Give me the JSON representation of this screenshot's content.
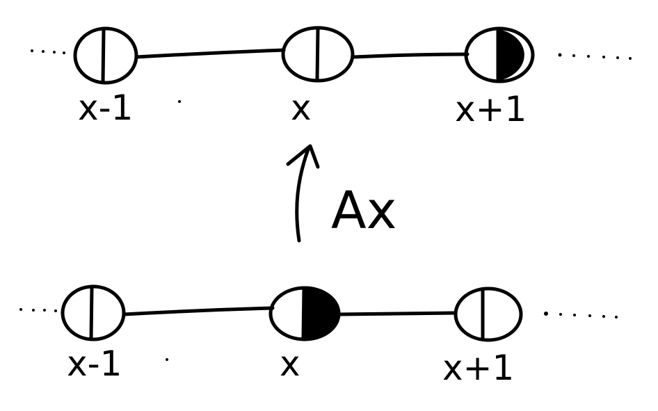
{
  "top_chain": {
    "labels": [
      "x-1",
      "x",
      "x+1"
    ],
    "occupied_half": "x+1"
  },
  "operator": {
    "label": "Ax"
  },
  "bottom_chain": {
    "labels": [
      "x-1",
      "x",
      "x+1"
    ],
    "occupied_half": "x"
  }
}
